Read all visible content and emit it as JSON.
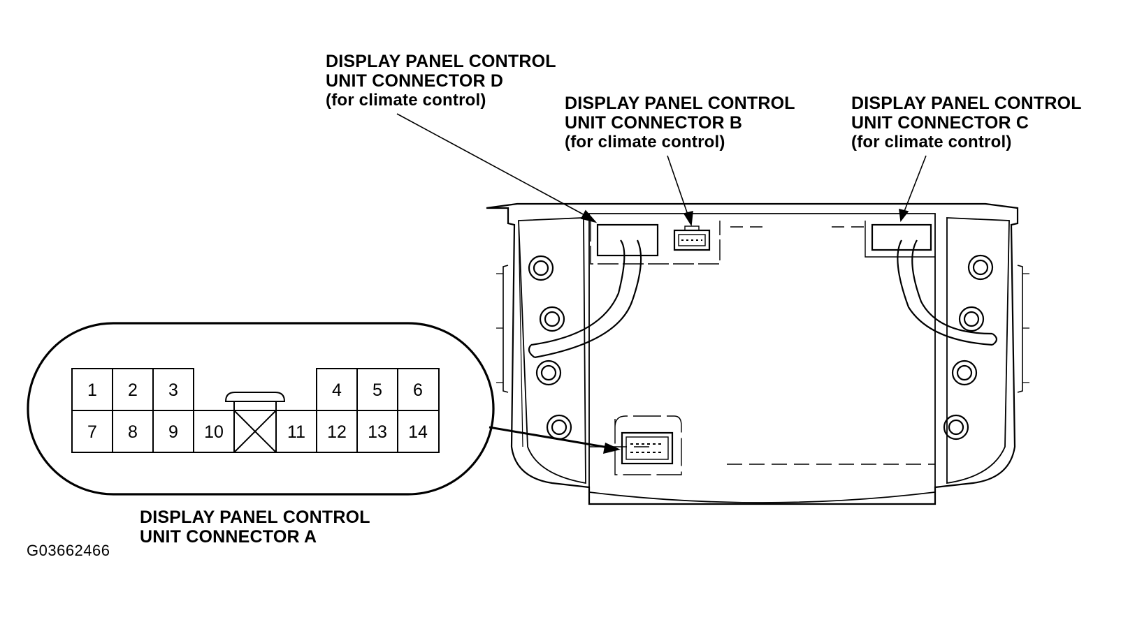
{
  "labels": {
    "connector_d": {
      "line1": "DISPLAY PANEL CONTROL",
      "line2": "UNIT CONNECTOR D",
      "line3": "(for climate control)"
    },
    "connector_b": {
      "line1": "DISPLAY PANEL CONTROL",
      "line2": "UNIT CONNECTOR B",
      "line3": "(for climate control)"
    },
    "connector_c": {
      "line1": "DISPLAY PANEL CONTROL",
      "line2": "UNIT CONNECTOR C",
      "line3": "(for climate control)"
    },
    "connector_a": {
      "line1": "DISPLAY PANEL CONTROL",
      "line2": "UNIT CONNECTOR A"
    }
  },
  "figure_id": "G03662466",
  "connector_a_pins": {
    "top_row": [
      "1",
      "2",
      "3",
      "4",
      "5",
      "6"
    ],
    "bottom_row": [
      "7",
      "8",
      "9",
      "10",
      "11",
      "12",
      "13",
      "14"
    ]
  }
}
